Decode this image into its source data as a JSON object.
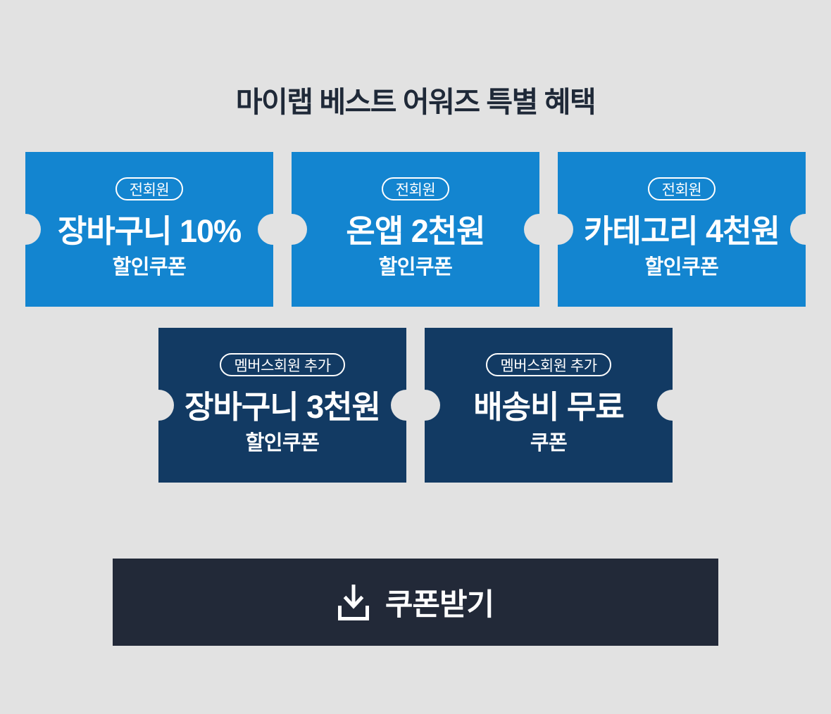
{
  "page": {
    "title": "마이랩 베스트 어워즈 특별 혜택",
    "background_color": "#e2e2e2",
    "title_color": "#1f2938"
  },
  "coupons": {
    "all_members": [
      {
        "badge": "전회원",
        "title": "장바구니 10%",
        "subtitle": "할인쿠폰"
      },
      {
        "badge": "전회원",
        "title": "온앱 2천원",
        "subtitle": "할인쿠폰"
      },
      {
        "badge": "전회원",
        "title": "카테고리 4천원",
        "subtitle": "할인쿠폰"
      }
    ],
    "members_extra": [
      {
        "badge": "멤버스회원 추가",
        "title": "장바구니 3천원",
        "subtitle": "할인쿠폰"
      },
      {
        "badge": "멤버스회원 추가",
        "title": "배송비 무료",
        "subtitle": "쿠폰"
      }
    ],
    "colors": {
      "all_members_background": "#1385d0",
      "members_extra_background": "#123a63",
      "text": "#ffffff"
    }
  },
  "download_button": {
    "label": "쿠폰받기",
    "icon": "download-icon",
    "background_color": "#222938",
    "text_color": "#ffffff"
  }
}
